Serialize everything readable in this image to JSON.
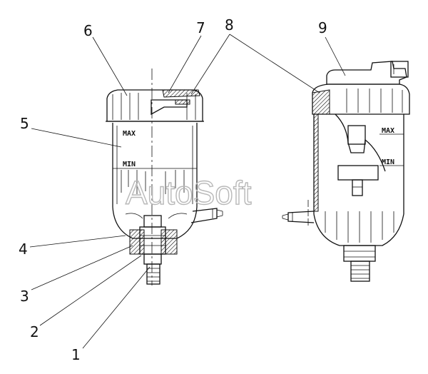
{
  "callouts": {
    "c1": "1",
    "c2": "2",
    "c3": "3",
    "c4": "4",
    "c5": "5",
    "c6": "6",
    "c7": "7",
    "c8": "8",
    "c9": "9"
  },
  "levels": {
    "left_max": "MAX",
    "left_min": "MIN",
    "right_max": "MAX",
    "right_min": "MIN"
  },
  "watermark": "AutoSoft"
}
